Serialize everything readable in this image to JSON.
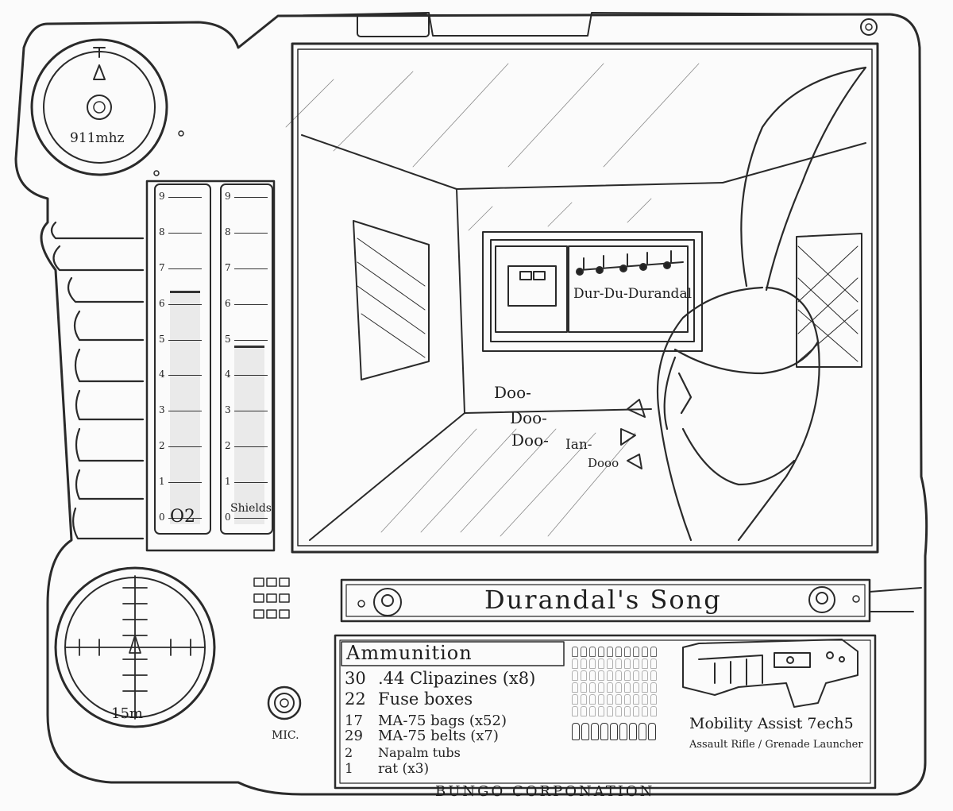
{
  "radio": {
    "frequency": "911mhz"
  },
  "gauges": {
    "oxygen": {
      "label": "O2",
      "level": 0.72,
      "ticks": [
        "9",
        "8",
        "7",
        "6",
        "5",
        "4",
        "3",
        "2",
        "1",
        "0"
      ]
    },
    "shields": {
      "label": "Shields",
      "level": 0.55,
      "ticks": [
        "9",
        "8",
        "7",
        "6",
        "5",
        "4",
        "3",
        "2",
        "1",
        "0"
      ]
    }
  },
  "scene": {
    "monitor_text": "Dur-Du-Durandal",
    "song_lines": [
      "Doo-",
      "Doo-",
      "Doo-",
      "Ian-",
      "Dooo"
    ]
  },
  "motion_sensor": {
    "range": "15m"
  },
  "mic": {
    "label": "MIC."
  },
  "title_bar": {
    "title": "Durandal's Song"
  },
  "inventory": {
    "header": "Ammunition",
    "items": [
      {
        "count": "30",
        "name": ".44 Clipazines (x8)"
      },
      {
        "count": "22",
        "name": "Fuse boxes"
      },
      {
        "count": "17",
        "name": "MA-75 bags (x52)"
      },
      {
        "count": "29",
        "name": "MA-75 belts (x7)"
      },
      {
        "count": "2",
        "name": "Napalm tubs"
      },
      {
        "count": "1",
        "name": "rat (x3)"
      }
    ]
  },
  "weapon": {
    "name": "Mobility Assist 7ech5",
    "type": "Assault Rifle / Grenade Launcher"
  },
  "footer": {
    "brand": "BUNGO CORPONATION"
  }
}
